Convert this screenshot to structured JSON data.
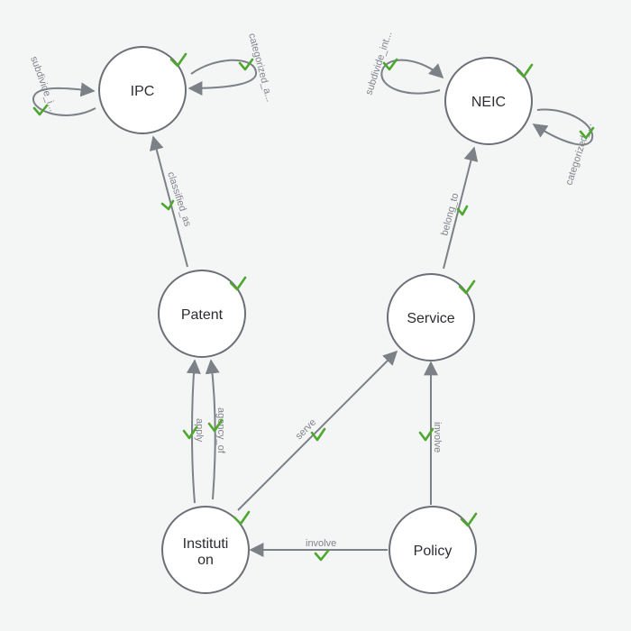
{
  "nodes": {
    "ipc": {
      "label": "IPC"
    },
    "neic": {
      "label": "NEIC"
    },
    "patent": {
      "label": "Patent"
    },
    "service": {
      "label": "Service"
    },
    "institution": {
      "label_line1": "Instituti",
      "label_line2": "on"
    },
    "policy": {
      "label": "Policy"
    }
  },
  "edges": {
    "ipc_subdivide": "subdivide_i...",
    "ipc_categorized": "categorized_a...",
    "neic_subdivide": "subdivide_int...",
    "neic_categorized": "categorized_...",
    "patent_to_ipc": "classified_as",
    "service_to_neic": "belong_to",
    "institution_apply": "apply",
    "institution_agency": "agency_of",
    "institution_serve": "serve",
    "policy_to_service": "involve",
    "policy_to_institution": "involve"
  },
  "icons": {
    "check": "check-icon"
  },
  "colors": {
    "background": "#f4f5f5",
    "node_fill": "#ffffff",
    "node_stroke": "#6b6f76",
    "edge": "#7c8087",
    "check": "#4ea72e"
  }
}
